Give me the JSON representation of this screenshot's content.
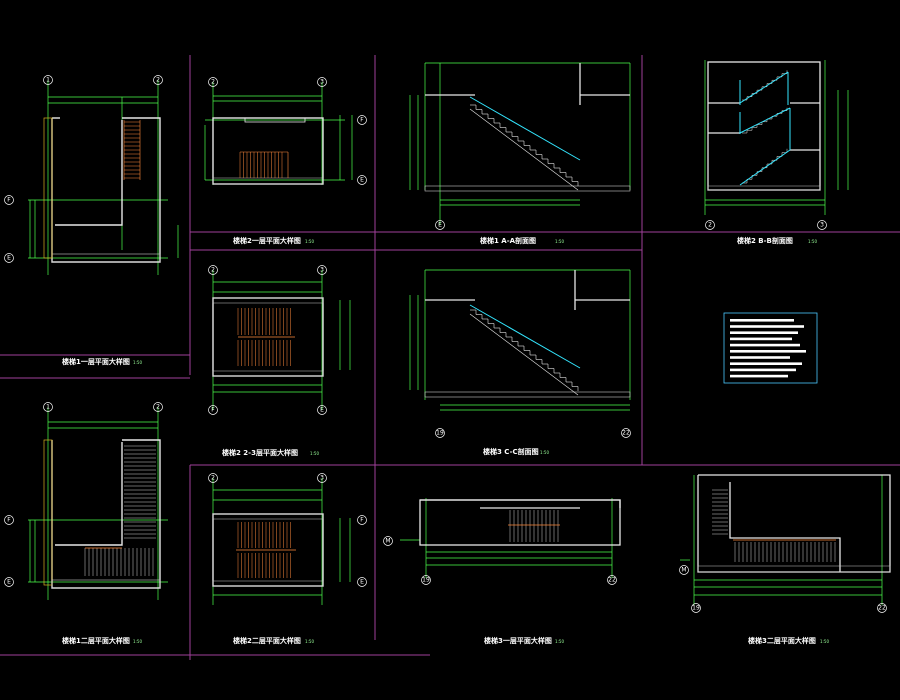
{
  "colors": {
    "background": "#000000",
    "dimension": "#4cff4c",
    "wall": "#e8e8e8",
    "stair": "#ff8a3c",
    "rail": "#33e6ff",
    "hatch": "#c8c8c8",
    "frame": "#a0409a",
    "axis": "#ffffff",
    "caption": "#ffffff"
  },
  "drawings": [
    {
      "id": "plan-1-first",
      "caption": "楼梯1一层平面大样图",
      "scale": "1:50",
      "axes": [
        "1",
        "2",
        "F",
        "E"
      ]
    },
    {
      "id": "plan-2-first",
      "caption": "楼梯2一层平面大样图",
      "scale": "1:50",
      "axes": [
        "2",
        "3",
        "F",
        "E"
      ]
    },
    {
      "id": "section-1-aa",
      "caption": "楼梯1 A-A剖面图",
      "scale": "1:50",
      "axes": [
        "E"
      ]
    },
    {
      "id": "section-2-bb",
      "caption": "楼梯2 B-B剖面图",
      "scale": "1:50",
      "axes": [
        "2",
        "3"
      ]
    },
    {
      "id": "plan-2-typical",
      "caption": "楼梯2 2-3层平面大样图",
      "scale": "1:50",
      "axes": [
        "2",
        "3",
        "F",
        "E"
      ]
    },
    {
      "id": "section-3-cc",
      "caption": "楼梯3 C-C剖面图",
      "scale": "1:50",
      "axes": [
        "19",
        "22"
      ]
    },
    {
      "id": "plan-1-second",
      "caption": "楼梯1二层平面大样图",
      "scale": "1:50",
      "axes": [
        "1",
        "2",
        "F",
        "E"
      ]
    },
    {
      "id": "plan-2-second",
      "caption": "楼梯2二层平面大样图",
      "scale": "1:50",
      "axes": [
        "2",
        "3",
        "F",
        "E"
      ]
    },
    {
      "id": "plan-3-first",
      "caption": "楼梯3一层平面大样图",
      "scale": "1:50",
      "axes": [
        "19",
        "22",
        "M"
      ]
    },
    {
      "id": "plan-3-second",
      "caption": "楼梯3二层平面大样图",
      "scale": "1:50",
      "axes": [
        "19",
        "22",
        "M"
      ]
    }
  ],
  "legend": {
    "rows": 10
  }
}
